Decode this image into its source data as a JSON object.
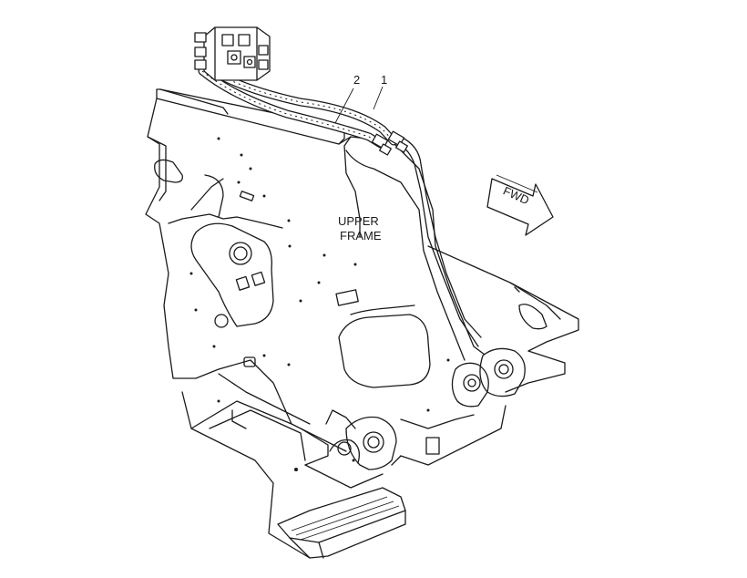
{
  "callouts": [
    {
      "text": "1"
    },
    {
      "text": "2"
    }
  ],
  "frame_label": [
    "UPPER",
    "FRAME"
  ],
  "direction_arrow": {
    "text": "FWD"
  },
  "colors": {
    "line": "#1a1a1a",
    "background": "#ffffff"
  }
}
